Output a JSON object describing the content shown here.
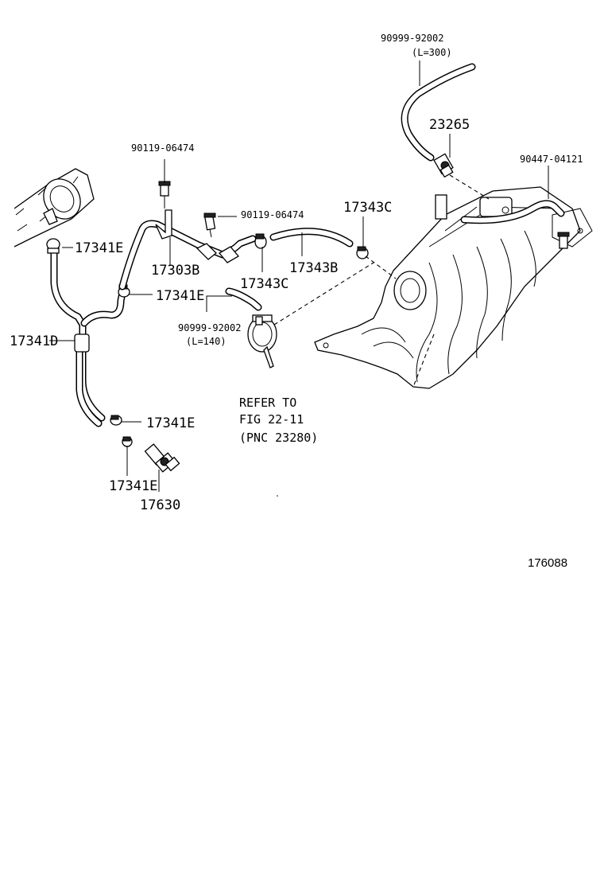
{
  "labels": {
    "hose_top_part": "90999-92002",
    "hose_top_len": "(L=300)",
    "part_23265": "23265",
    "bolt_right": "90447-04121",
    "bolt_top_left": "90119-06474",
    "bolt_mid": "90119-06474",
    "clamp_17343c_right": "17343C",
    "clamp_17341e_a": "17341E",
    "bracket_17303b": "17303B",
    "hose_17343b": "17343B",
    "clamp_17343c_mid": "17343C",
    "clamp_17341e_b": "17341E",
    "hose_17341d": "17341D",
    "hose_mid_part": "90999-92002",
    "hose_mid_len": "(L=140)",
    "clamp_17341e_c": "17341E",
    "clamp_17341e_d": "17341E",
    "valve_17630": "17630",
    "ref_line1": "REFER TO",
    "ref_line2": "FIG 22-11",
    "ref_line3": "(PNC 23280)",
    "figure_id": "176088"
  }
}
